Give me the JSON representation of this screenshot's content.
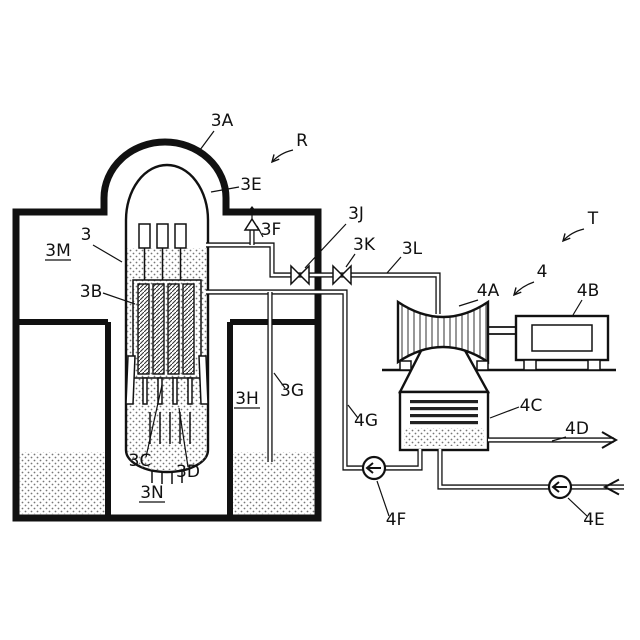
{
  "figure": {
    "kind": "patent-style schematic",
    "description": "Reactor containment with pressure vessel connected by steam line to turbine, generator and condenser"
  },
  "labels": {
    "3A": "3A",
    "R": "R",
    "3E": "3E",
    "3": "3",
    "3M": "3M",
    "3F": "3F",
    "3J": "3J",
    "3K": "3K",
    "3L": "3L",
    "T": "T",
    "4": "4",
    "4A": "4A",
    "4B": "4B",
    "3B": "3B",
    "3G": "3G",
    "3H": "3H",
    "4G": "4G",
    "4C": "4C",
    "4D": "4D",
    "3C": "3C",
    "3D": "3D",
    "3N": "3N",
    "4F": "4F",
    "4E": "4E"
  },
  "underlined_labels": [
    "3M",
    "3H",
    "3N"
  ],
  "colors": {
    "ink": "#111111",
    "paper": "#ffffff",
    "stipple": "#777777"
  }
}
